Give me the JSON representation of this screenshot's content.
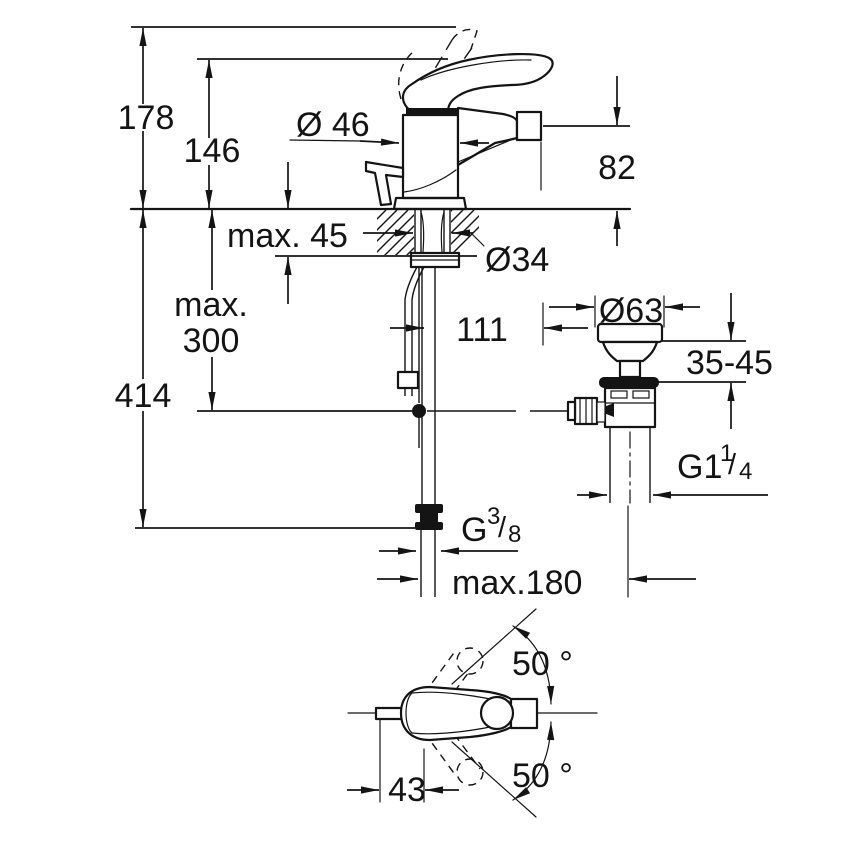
{
  "drawing": {
    "type": "technical-dimension-drawing",
    "subject": "single-lever bidet mixer with pop-up waste",
    "colors": {
      "line": "#141414",
      "background": "#ffffff"
    },
    "labels": {
      "height_total": "178",
      "height_to_lever": "146",
      "body_diameter": "Ø 46",
      "spout_height": "82",
      "deck_thickness_max": "max. 45",
      "shank_diameter": "Ø34",
      "hose_reach_line1": "max.",
      "hose_reach_line2": "300",
      "center_distance": "111",
      "waste_flange_diameter": "Ø63",
      "waste_clamp_range": "35-45",
      "overall_depth": "414",
      "waste_thread_base": "G1",
      "waste_thread_numerator": "1",
      "waste_thread_slash": "/",
      "waste_thread_denominator": "4",
      "supply_thread_base": "G",
      "supply_thread_numerator": "3",
      "supply_thread_slash": "/",
      "supply_thread_denominator": "8",
      "rod_length_max": "max.180",
      "swivel_angle_upper": "50 °",
      "swivel_angle_lower": "50 °",
      "handle_offset": "43"
    }
  }
}
